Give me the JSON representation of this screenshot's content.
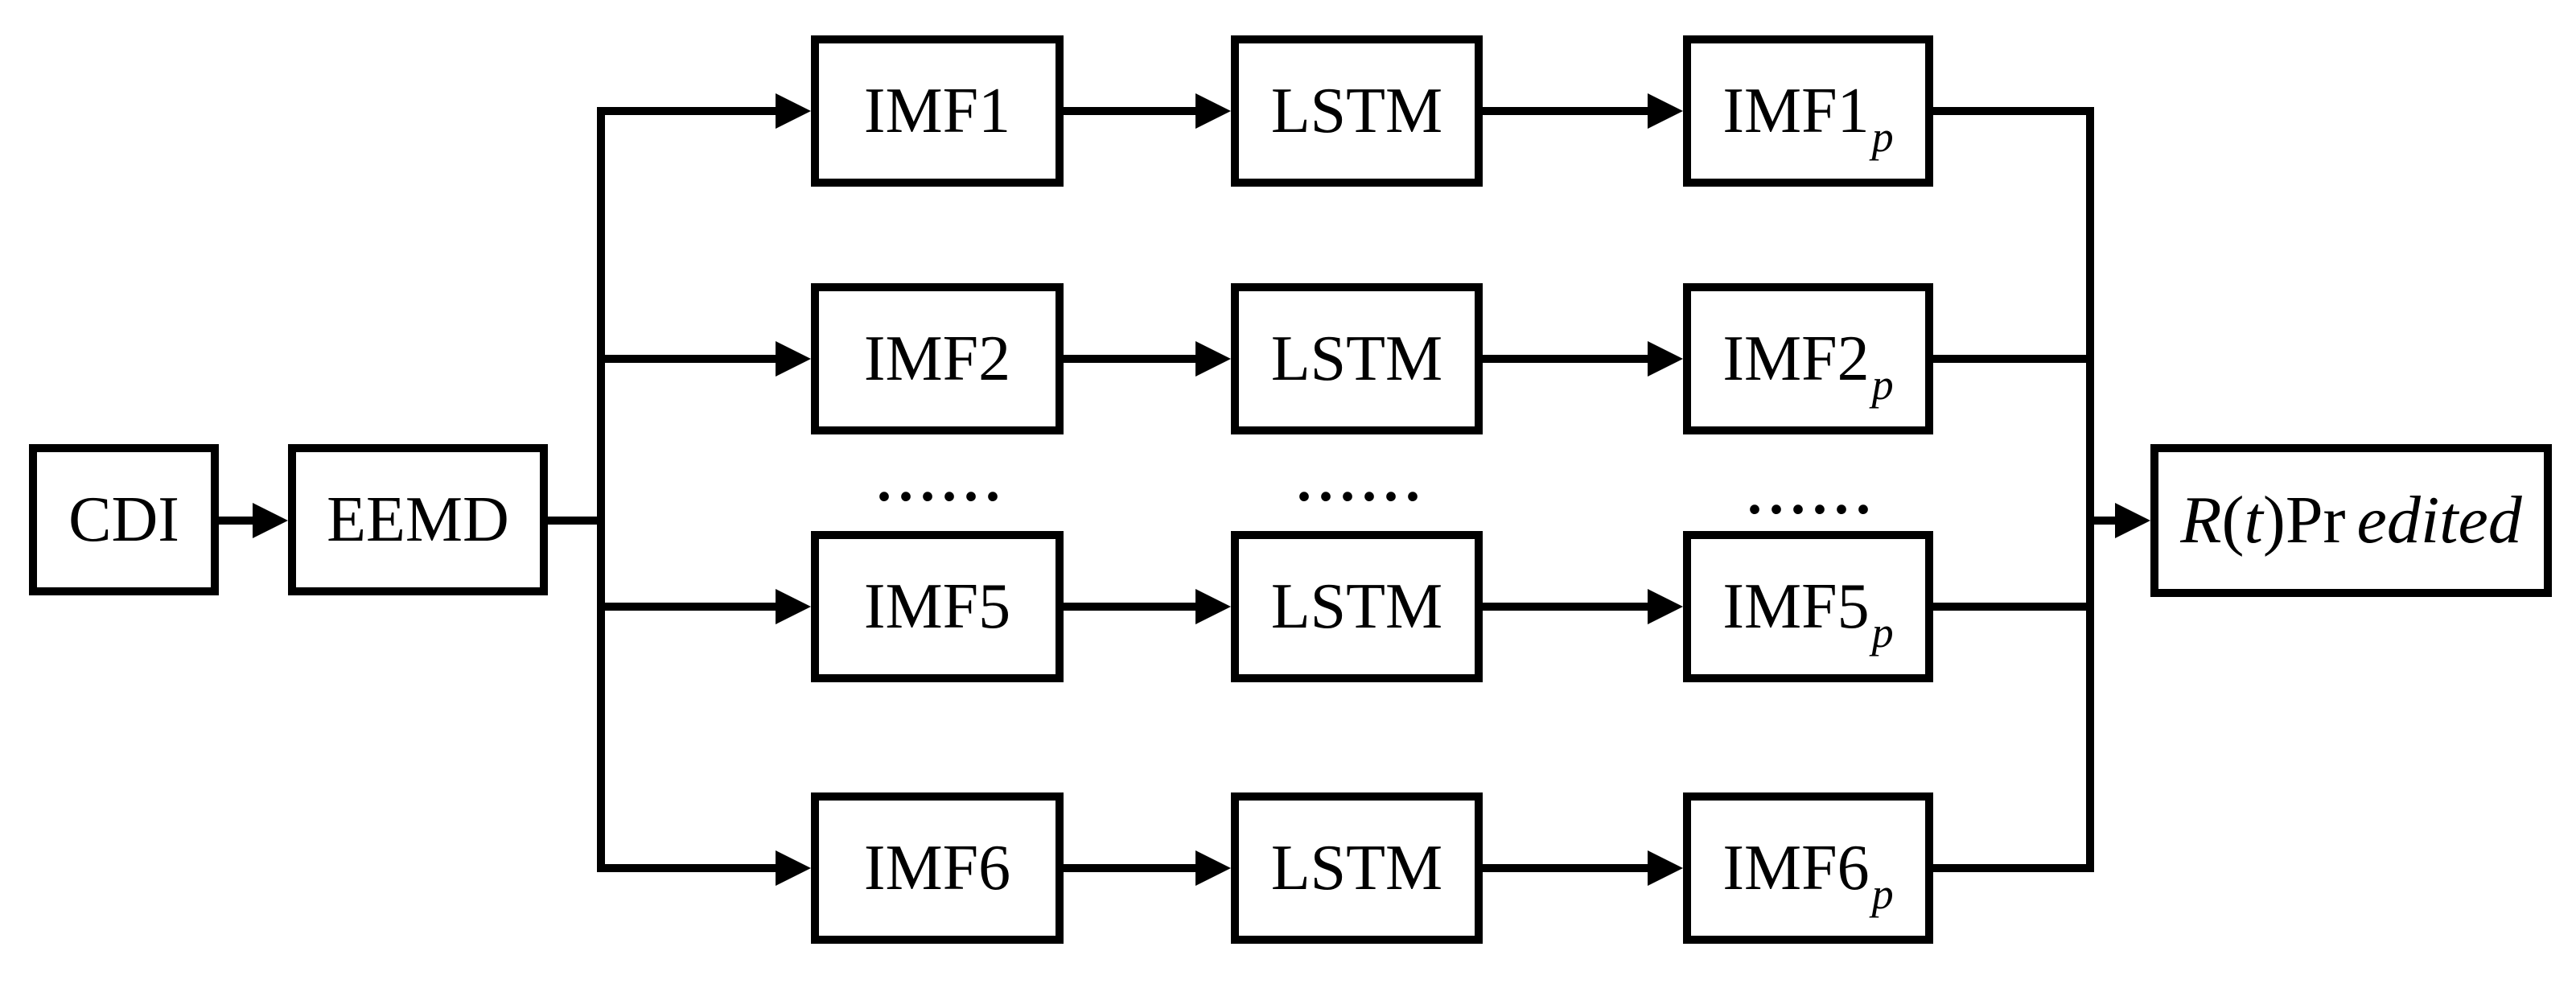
{
  "diagram": {
    "input_box": {
      "label": "CDI"
    },
    "decomposition_box": {
      "label": "EEMD"
    },
    "rows": [
      {
        "imf": "IMF1",
        "model": "LSTM",
        "pred_base": "IMF1",
        "pred_sub": "p"
      },
      {
        "imf": "IMF2",
        "model": "LSTM",
        "pred_base": "IMF2",
        "pred_sub": "p"
      },
      {
        "imf": "IMF5",
        "model": "LSTM",
        "pred_base": "IMF5",
        "pred_sub": "p"
      },
      {
        "imf": "IMF6",
        "model": "LSTM",
        "pred_base": "IMF6",
        "pred_sub": "p"
      }
    ],
    "ellipsis": {
      "text": "......"
    },
    "output_box": {
      "r": "R",
      "open_paren": "(",
      "t": "t",
      "close_paren": ")",
      "pr": "Pr",
      "rest": "edited"
    },
    "colors": {
      "stroke": "#000000",
      "fill": "#ffffff"
    }
  }
}
